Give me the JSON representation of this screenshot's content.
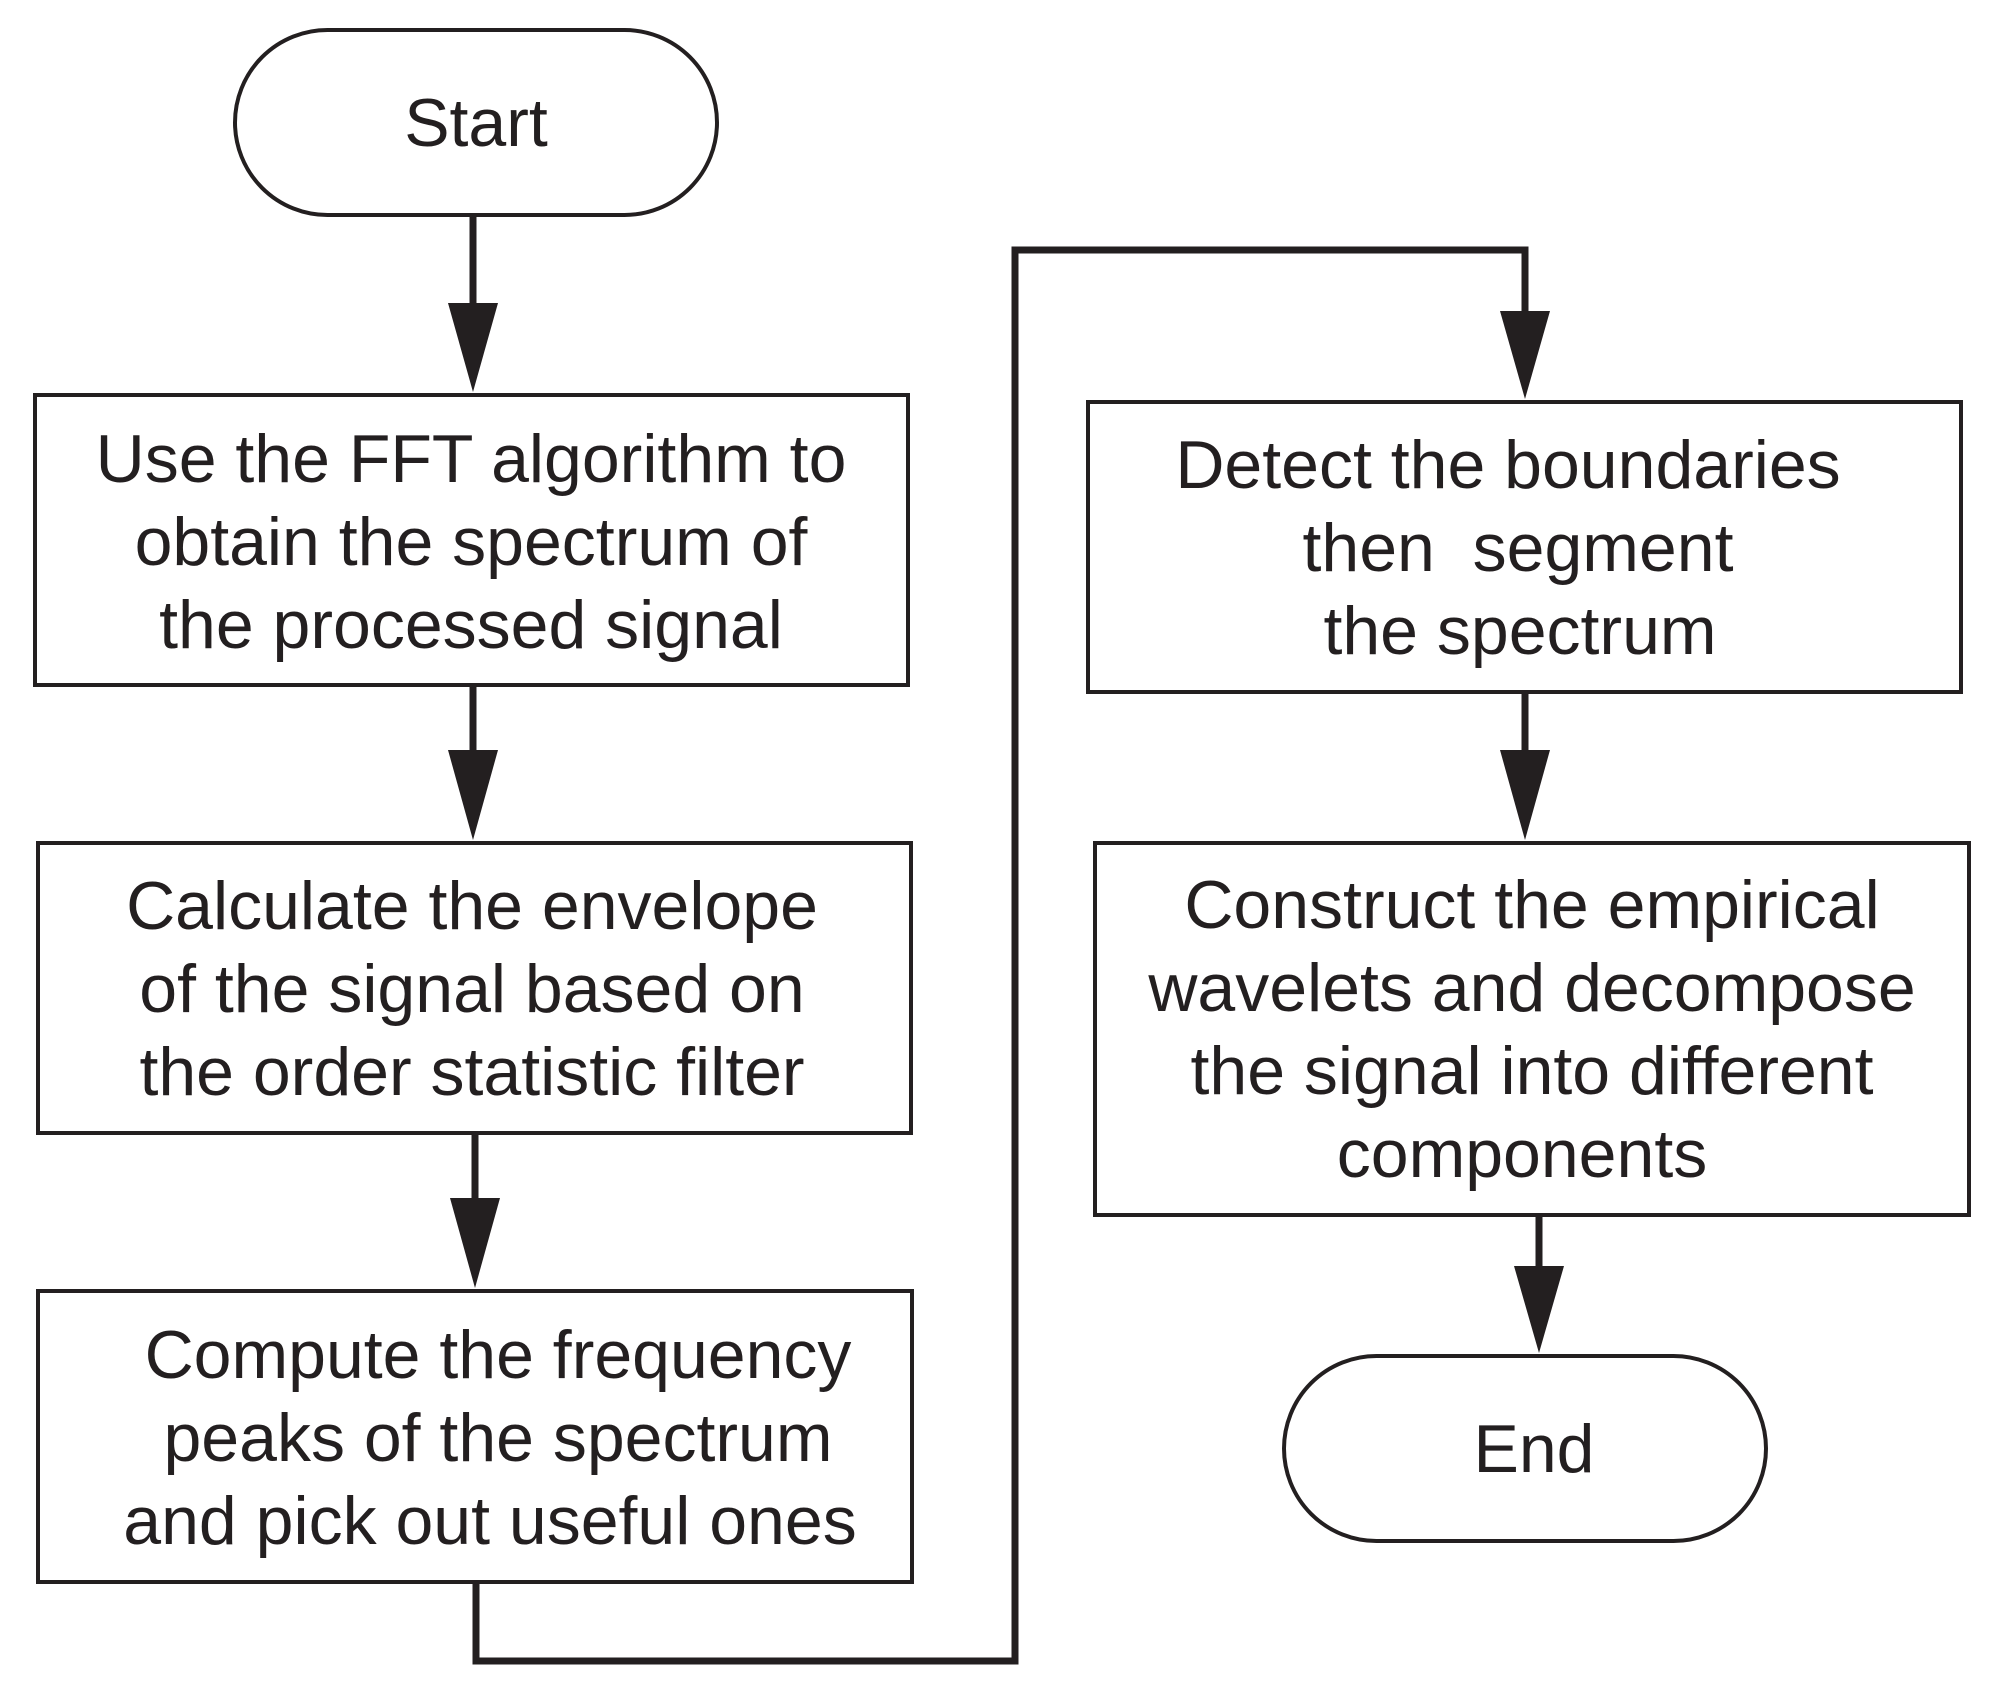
{
  "colors": {
    "line": "#231f20",
    "fill": "#ffffff",
    "background": "#ffffff"
  },
  "nodes": {
    "start": {
      "shape": "terminal",
      "lines": [
        "Start"
      ]
    },
    "fft": {
      "shape": "process",
      "lines": [
        "Use the FFT algorithm to",
        "obtain the spectrum of",
        "the processed signal"
      ]
    },
    "envelope": {
      "shape": "process",
      "lines": [
        "Calculate the envelope",
        "of the signal based on",
        "the order statistic filter"
      ]
    },
    "peaks": {
      "shape": "process",
      "lines": [
        "Compute the frequency",
        "peaks of the spectrum",
        "and pick out useful ones"
      ]
    },
    "boundaries": {
      "shape": "process",
      "lines": [
        "Detect the boundaries",
        "then  segment",
        "the spectrum"
      ]
    },
    "wavelets": {
      "shape": "process",
      "lines": [
        "Construct the empirical",
        "wavelets and decompose",
        "the signal into different",
        "components"
      ]
    },
    "end": {
      "shape": "terminal",
      "lines": [
        "End"
      ]
    }
  },
  "edges": [
    {
      "from": "start",
      "to": "fft"
    },
    {
      "from": "fft",
      "to": "envelope"
    },
    {
      "from": "envelope",
      "to": "peaks"
    },
    {
      "from": "peaks",
      "to": "boundaries"
    },
    {
      "from": "boundaries",
      "to": "wavelets"
    },
    {
      "from": "wavelets",
      "to": "end"
    }
  ]
}
